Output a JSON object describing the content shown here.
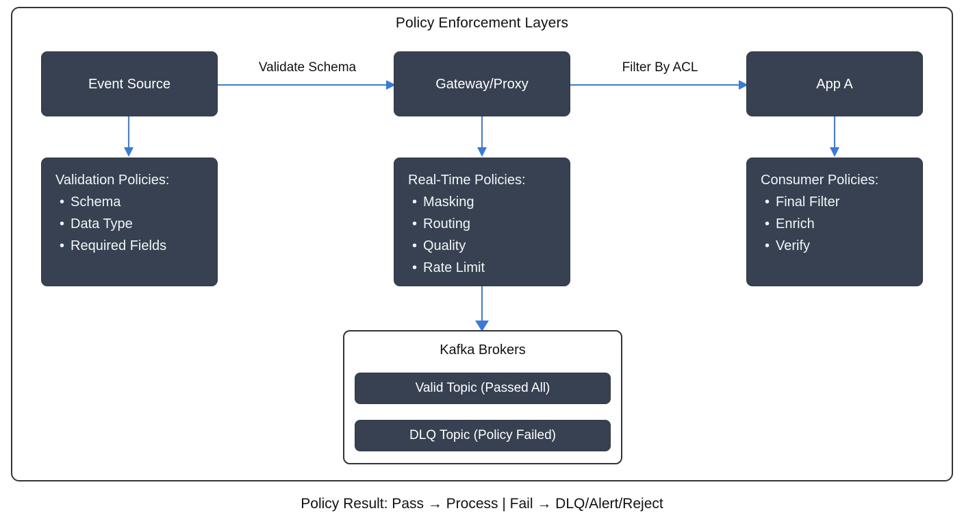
{
  "diagram": {
    "title": "Policy Enforcement Layers",
    "footer": "Policy Result: Pass → Process | Fail → DLQ/Alert/Reject",
    "colors": {
      "node_fill": "#374151",
      "node_text": "#ffffff",
      "frame_border": "#333333",
      "connector": "#4e80c2",
      "arrowhead": "#3a7bd5",
      "background": "#ffffff"
    }
  },
  "nodes": {
    "event_source": {
      "label": "Event Source"
    },
    "gateway": {
      "label": "Gateway/Proxy"
    },
    "app_a": {
      "label": "App A"
    }
  },
  "policies": {
    "validation": {
      "title": "Validation Policies:",
      "items": [
        "Schema",
        "Data Type",
        "Required Fields"
      ]
    },
    "realtime": {
      "title": "Real-Time Policies:",
      "items": [
        "Masking",
        "Routing",
        "Quality",
        "Rate Limit"
      ]
    },
    "consumer": {
      "title": "Consumer Policies:",
      "items": [
        "Final Filter",
        "Enrich",
        "Verify"
      ]
    }
  },
  "kafka": {
    "label": "Kafka Brokers",
    "topics": [
      {
        "label": "Valid Topic (Passed All)"
      },
      {
        "label": "DLQ Topic (Policy Failed)"
      }
    ]
  },
  "edges": {
    "validate_schema": {
      "label": "Validate Schema"
    },
    "filter_by_acl": {
      "label": "Filter By ACL"
    }
  }
}
